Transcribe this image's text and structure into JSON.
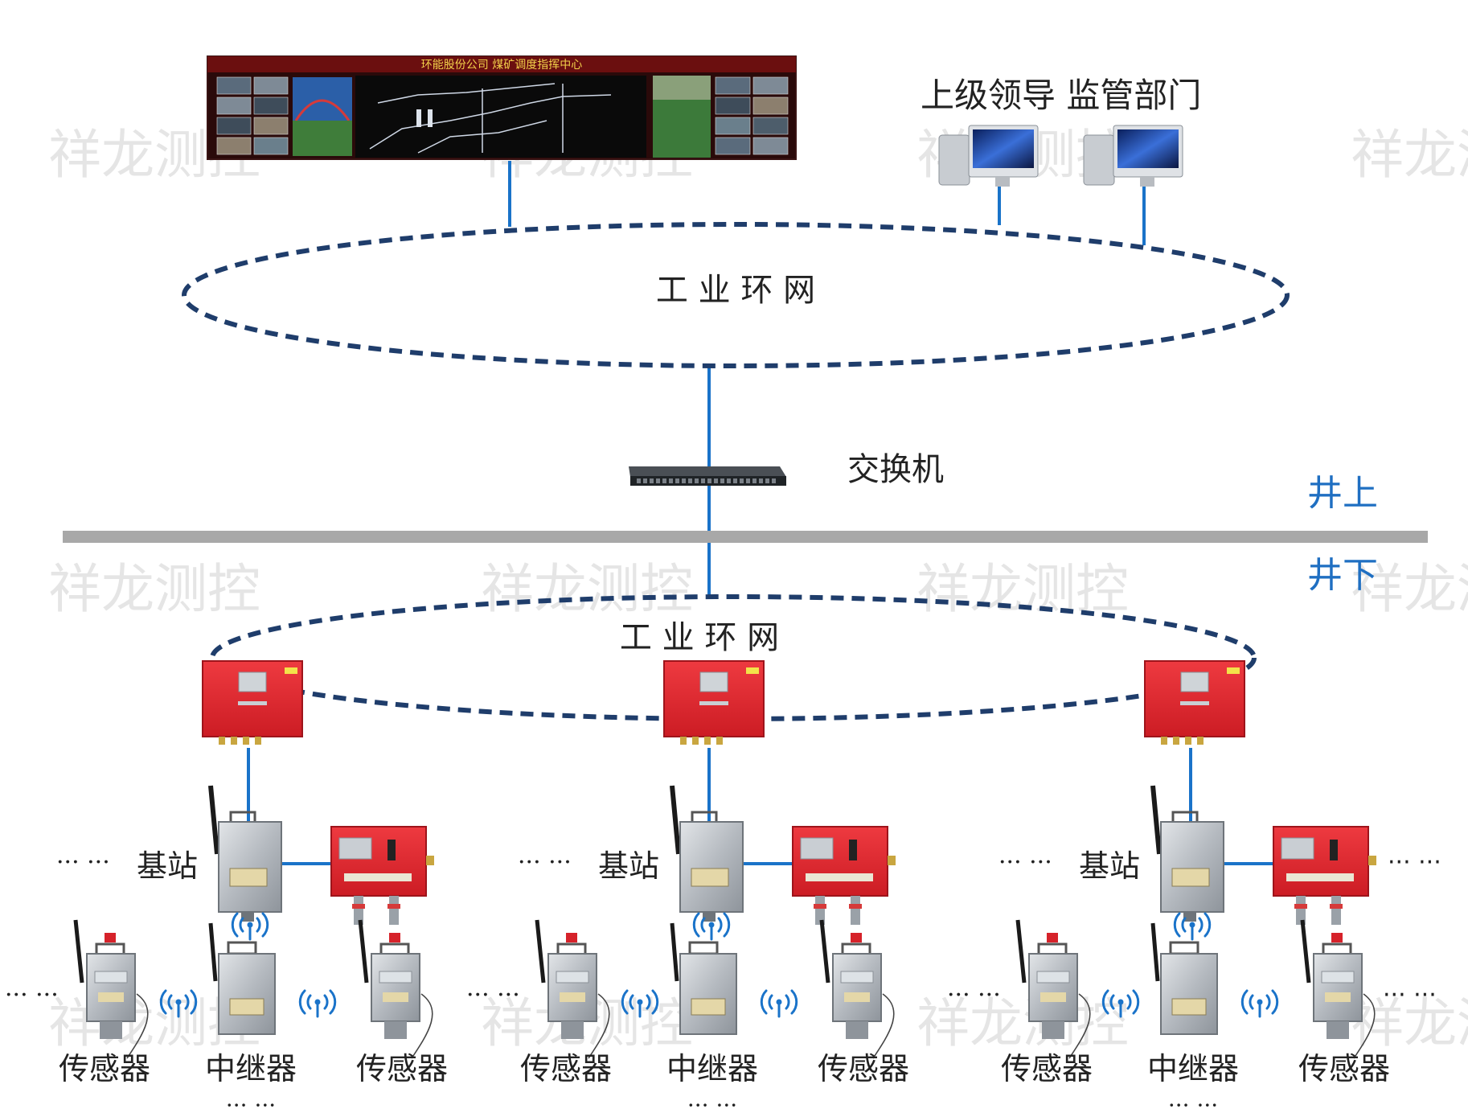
{
  "watermark": "祥龙测控",
  "control_center": {
    "banner_text": "环能股份公司 煤矿调度指挥中心"
  },
  "terminals": {
    "label": "上级领导  监管部门"
  },
  "upper_ring": {
    "label": "工 业 环 网"
  },
  "switch": {
    "label": "交换机"
  },
  "zones": {
    "above": "井上",
    "below": "井下"
  },
  "lower_ring": {
    "label": "工 业 环 网"
  },
  "groups": [
    {
      "base_station_label": "基站",
      "ellipsis_left": "··· ···",
      "sensor_left_label": "传感器",
      "relay_label": "中继器",
      "sensor_right_label": "传感器",
      "relay_ellipsis": "··· ···",
      "ellipsis_row": "··· ···"
    },
    {
      "base_station_label": "基站",
      "ellipsis_left": "··· ···",
      "sensor_left_label": "传感器",
      "relay_label": "中继器",
      "sensor_right_label": "传感器",
      "relay_ellipsis": "··· ···",
      "ellipsis_row": "··· ···"
    },
    {
      "base_station_label": "基站",
      "ellipsis_left": "··· ···",
      "sensor_left_label": "传感器",
      "relay_label": "中继器",
      "sensor_right_label": "传感器",
      "relay_ellipsis": "··· ···",
      "ellipsis_row": "··· ···"
    }
  ],
  "right_ellipsis_top": "··· ···",
  "right_ellipsis_bottom": "··· ···",
  "colors": {
    "line_blue": "#1a73c9",
    "ring_navy": "#1f3d6b",
    "zone_blue": "#1f6fc2",
    "divider_gray": "#a8a8a8",
    "cabinet_red": "#e0242c",
    "steel": "#b9bec4"
  }
}
